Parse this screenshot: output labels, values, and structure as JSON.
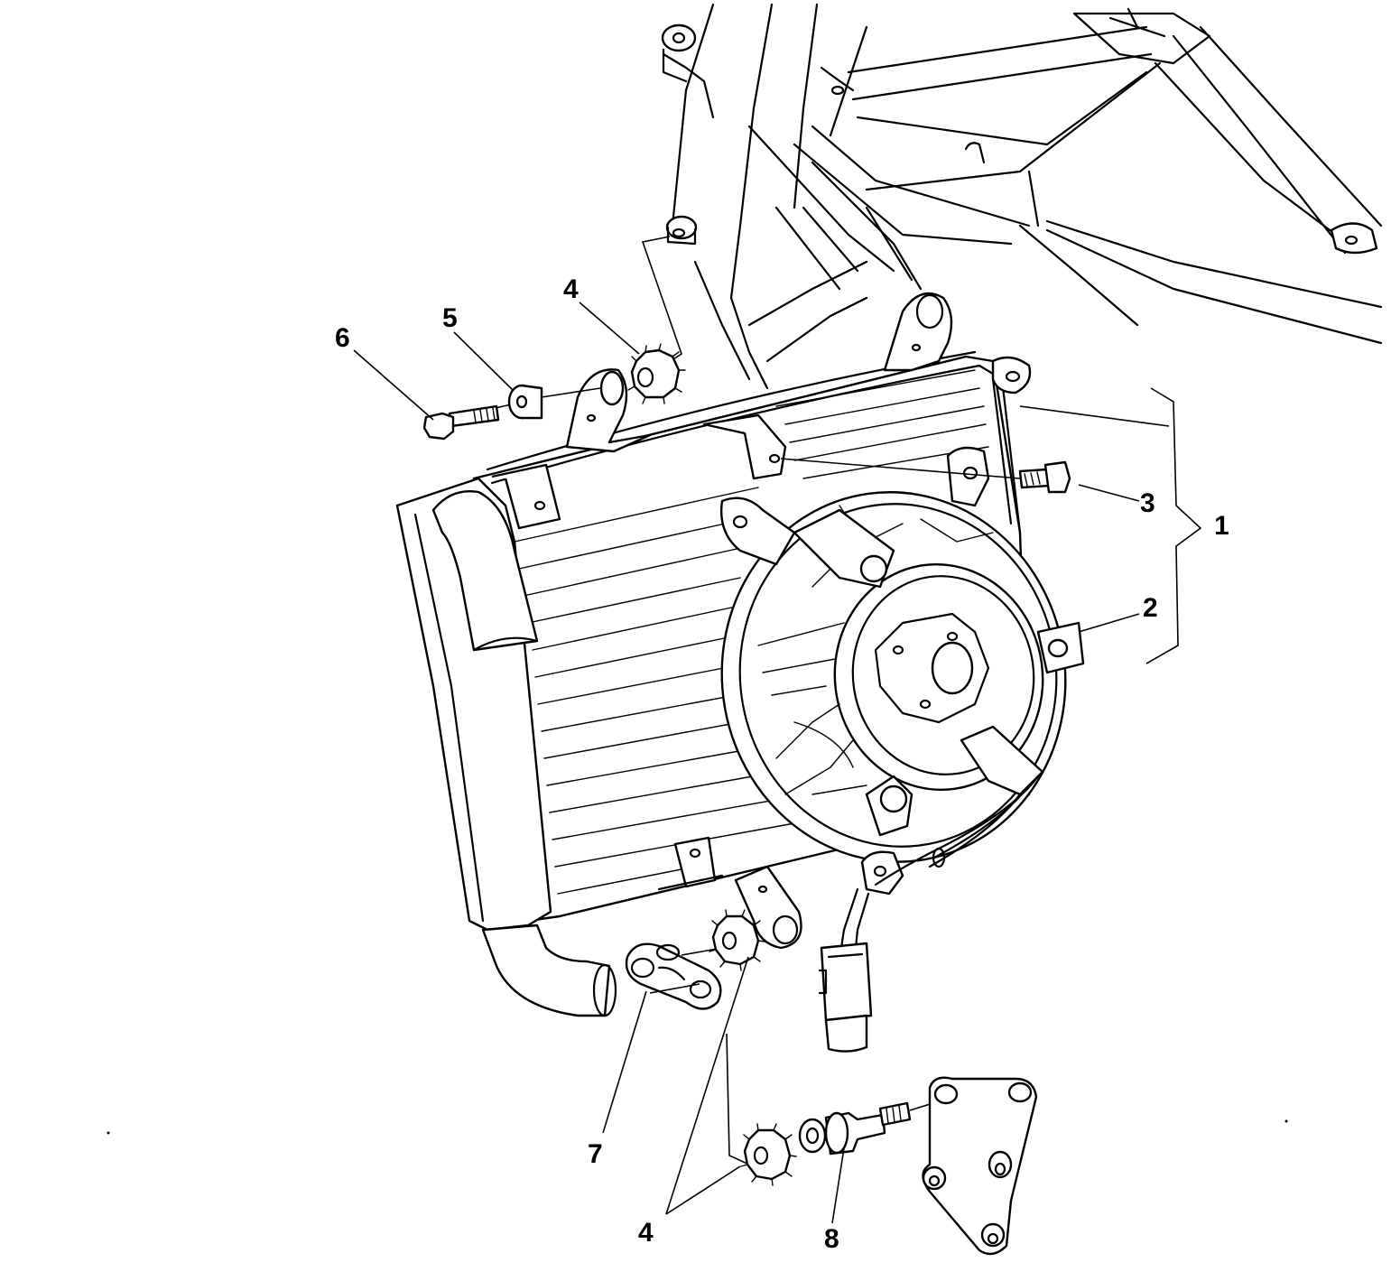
{
  "callouts": [
    {
      "id": "c1",
      "text": "1"
    },
    {
      "id": "c2",
      "text": "2"
    },
    {
      "id": "c3",
      "text": "3"
    },
    {
      "id": "c4a",
      "text": "4"
    },
    {
      "id": "c4b",
      "text": "4"
    },
    {
      "id": "c5",
      "text": "5"
    },
    {
      "id": "c6",
      "text": "6"
    },
    {
      "id": "c7",
      "text": "7"
    },
    {
      "id": "c8",
      "text": "8"
    }
  ]
}
